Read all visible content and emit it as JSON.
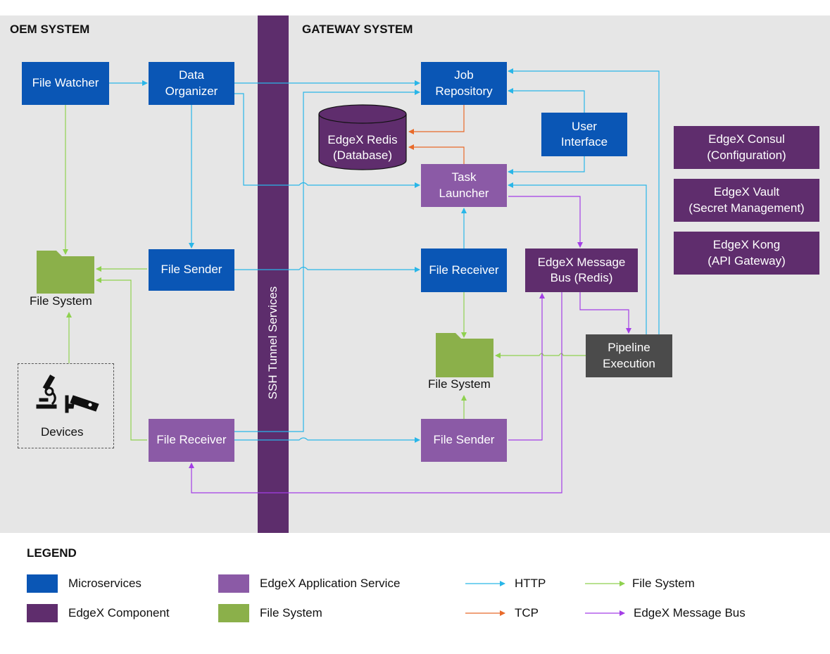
{
  "colors": {
    "microservice": "#0a56b5",
    "app_service": "#8b5aa6",
    "component": "#5f2d6d",
    "file_system": "#8bb04a",
    "pipeline": "#4b4b4b",
    "http": "#29b6e8",
    "tcp": "#e86a2a",
    "fs_link": "#8fd14f",
    "message_bus": "#a43ee6"
  },
  "regions": {
    "oem_title": "OEM SYSTEM",
    "gateway_title": "GATEWAY SYSTEM",
    "tunnel_label": "SSH Tunnel Services"
  },
  "oem": {
    "file_watcher": "File Watcher",
    "data_organizer": "Data\nOrganizer",
    "file_sender": "File Sender",
    "file_receiver": "File Receiver",
    "file_system": "File System",
    "devices": "Devices",
    "device_icons": [
      "microscope-icon",
      "camera-icon"
    ]
  },
  "gateway": {
    "job_repository": "Job\nRepository",
    "redis_db": "EdgeX Redis\n(Database)",
    "user_interface": "User\nInterface",
    "task_launcher": "Task\nLauncher",
    "file_receiver": "File Receiver",
    "message_bus": "EdgeX Message\nBus (Redis)",
    "file_system": "File System",
    "pipeline_execution": "Pipeline\nExecution",
    "file_sender": "File Sender",
    "consul": "EdgeX Consul\n(Configuration)",
    "vault": "EdgeX Vault\n(Secret Management)",
    "kong": "EdgeX Kong\n(API Gateway)"
  },
  "legend": {
    "title": "LEGEND",
    "microservices": "Microservices",
    "edgex_component": "EdgeX Component",
    "app_service": "EdgeX Application Service",
    "file_system": "File System",
    "http": "HTTP",
    "tcp": "TCP",
    "fs_link": "File System",
    "message_bus": "EdgeX Message Bus"
  }
}
